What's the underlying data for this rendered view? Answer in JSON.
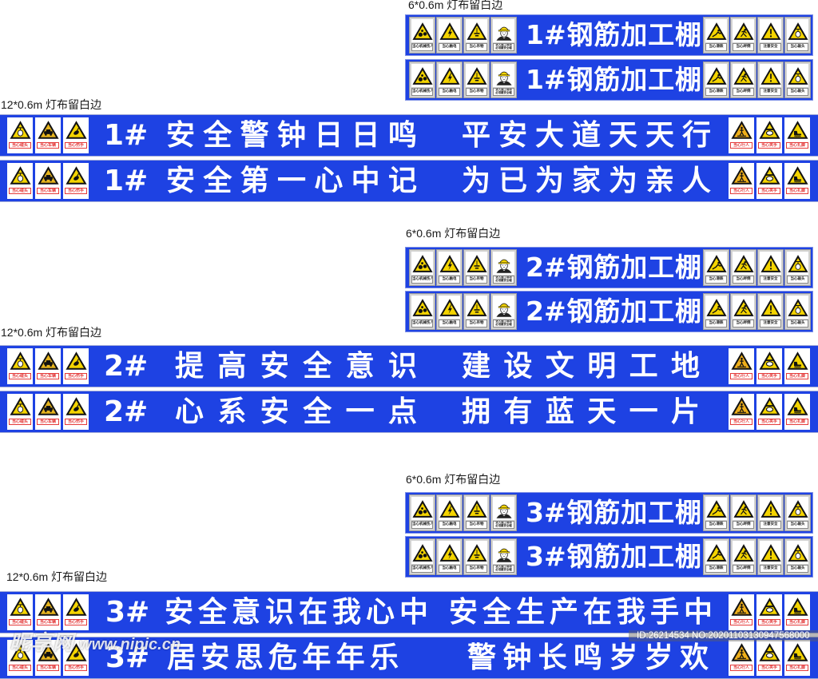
{
  "colors": {
    "banner_blue": "#1e42e3",
    "text_white": "#ffffff",
    "sign_label_red": "#e43b3b",
    "sign_yellow": "#f4d400",
    "dimension_label": "#1a1a1a"
  },
  "sections": [
    {
      "label_6m": "6*0.6m 灯布留白边",
      "banners_6m": [
        {
          "title": "1#钢筋加工棚"
        },
        {
          "title": "1#钢筋加工棚"
        }
      ],
      "label_12m": "12*0.6m 灯布留白边",
      "banners_12m": [
        {
          "prefix": "1#",
          "phrase1": "安全警钟日日鸣",
          "phrase2": "平安大道天天行"
        },
        {
          "prefix": "1#",
          "phrase1": "安全第一心中记",
          "phrase2": "为已为家为亲人"
        }
      ]
    },
    {
      "label_6m": "6*0.6m 灯布留白边",
      "banners_6m": [
        {
          "title": "2#钢筋加工棚"
        },
        {
          "title": "2#钢筋加工棚"
        }
      ],
      "label_12m": "12*0.6m 灯布留白边",
      "banners_12m": [
        {
          "prefix": "2#",
          "phrase1": "提高安全意识",
          "phrase2": "建设文明工地"
        },
        {
          "prefix": "2#",
          "phrase1": "心系安全一点",
          "phrase2": "拥有蓝天一片"
        }
      ]
    },
    {
      "label_6m": "6*0.6m 灯布留白边",
      "banners_6m": [
        {
          "title": "3#钢筋加工棚"
        },
        {
          "title": "3#钢筋加工棚"
        }
      ],
      "label_12m": "12*0.6m 灯布留白边",
      "banners_12m": [
        {
          "prefix": "3#",
          "phrase1": "安全意识在我心中",
          "phrase2": "安全生产在我手中"
        },
        {
          "prefix": "3#",
          "phrase1": "居安思危年年乐",
          "phrase2": "警钟长鸣岁岁欢"
        }
      ]
    }
  ],
  "signs_6m": {
    "left": [
      {
        "label": "当心机械伤人",
        "icon": "machinery-hazard",
        "color": "#f4d400"
      },
      {
        "label": "当心触电",
        "icon": "electric-shock",
        "color": "#f4d400"
      },
      {
        "label": "当心吊物",
        "icon": "falling-object",
        "color": "#f4d400"
      },
      {
        "label": "进入施工现场必须戴安全帽",
        "icon": "hardhat-worker",
        "color": "#f4d400"
      }
    ],
    "right": [
      {
        "label": "当心滑跌",
        "icon": "slip-hazard",
        "color": "#f4d400"
      },
      {
        "label": "当心绊倒",
        "icon": "trip-hazard",
        "color": "#f4d400"
      },
      {
        "label": "注意安全",
        "icon": "general-caution",
        "color": "#f4d400"
      },
      {
        "label": "当心碰头",
        "icon": "head-bump",
        "color": "#f4d400"
      }
    ]
  },
  "signs_12m": {
    "left": [
      {
        "label": "当心碰头",
        "icon": "head-bump",
        "color": "#f4d400"
      },
      {
        "label": "当心车辆",
        "icon": "vehicle-hazard",
        "color": "#e6b41e"
      },
      {
        "label": "当心伤手",
        "icon": "hand-injury",
        "color": "#f4d400"
      }
    ],
    "right": [
      {
        "label": "当心行人",
        "icon": "pedestrian",
        "color": "#eeae1a"
      },
      {
        "label": "当心夹手",
        "icon": "pinch-hand",
        "color": "#f4d400"
      },
      {
        "label": "当心扎脚",
        "icon": "foot-puncture",
        "color": "#f4d400"
      }
    ]
  },
  "watermark": {
    "logo": "昵享网",
    "url": "www.nipic.cn",
    "id_text": "ID:26214534 NO:20201103130947568000"
  }
}
